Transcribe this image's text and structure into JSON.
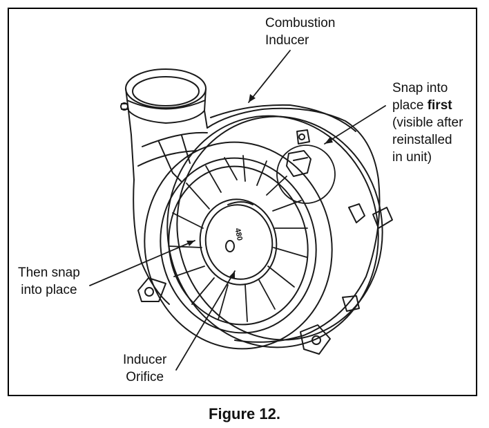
{
  "figure": {
    "caption": "Figure 12.",
    "labels": {
      "combustion_inducer": [
        "Combustion",
        "Inducer"
      ],
      "snap_first": {
        "line1": "Snap into",
        "line2_prefix": "place ",
        "line2_bold": "first",
        "line3": "(visible after",
        "line4": "reinstalled",
        "line5": "in unit)"
      },
      "then_snap": [
        "Then snap",
        "into place"
      ],
      "inducer_orifice": [
        "Inducer",
        "Orifice"
      ]
    },
    "orifice_marking": "480"
  }
}
